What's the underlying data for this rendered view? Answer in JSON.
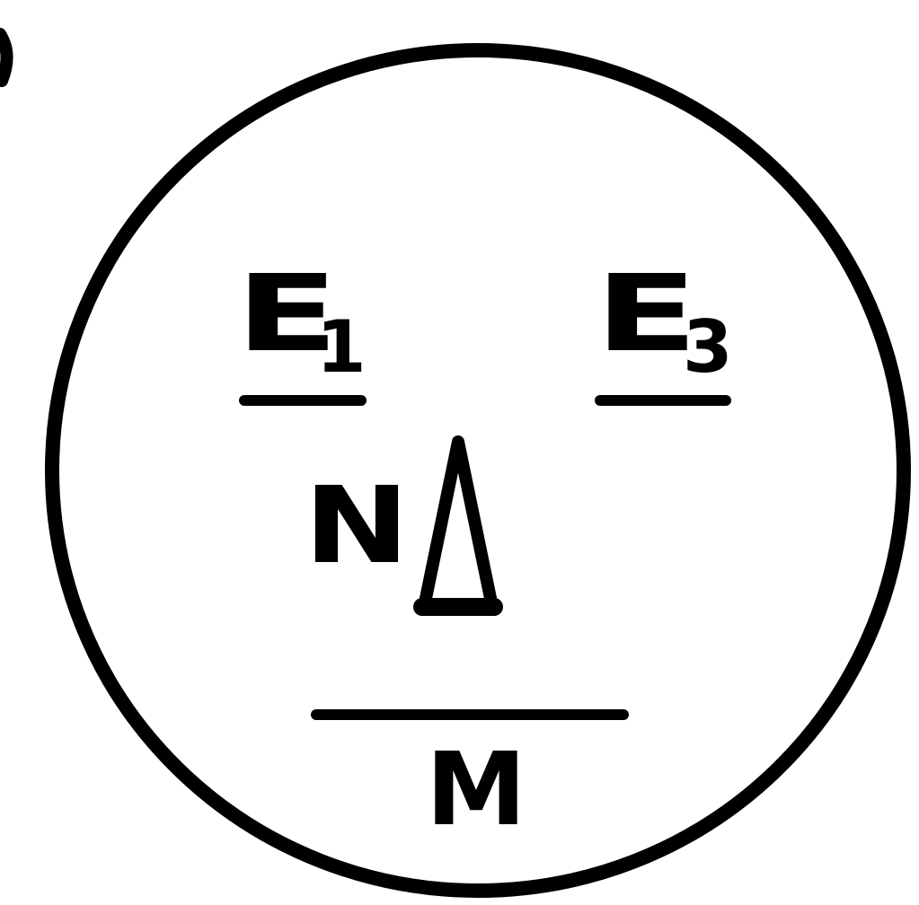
{
  "diagram": {
    "ink_color": "#000000",
    "background": "#ffffff",
    "labels": {
      "left_top": {
        "main": "E",
        "sub": "1"
      },
      "right_top": {
        "main": "E",
        "sub": "3"
      },
      "middle_left": "N",
      "bottom": "M"
    },
    "symbols": {
      "triangle": "delta-triangle",
      "corner_mark": "partial-curve-mark"
    }
  }
}
